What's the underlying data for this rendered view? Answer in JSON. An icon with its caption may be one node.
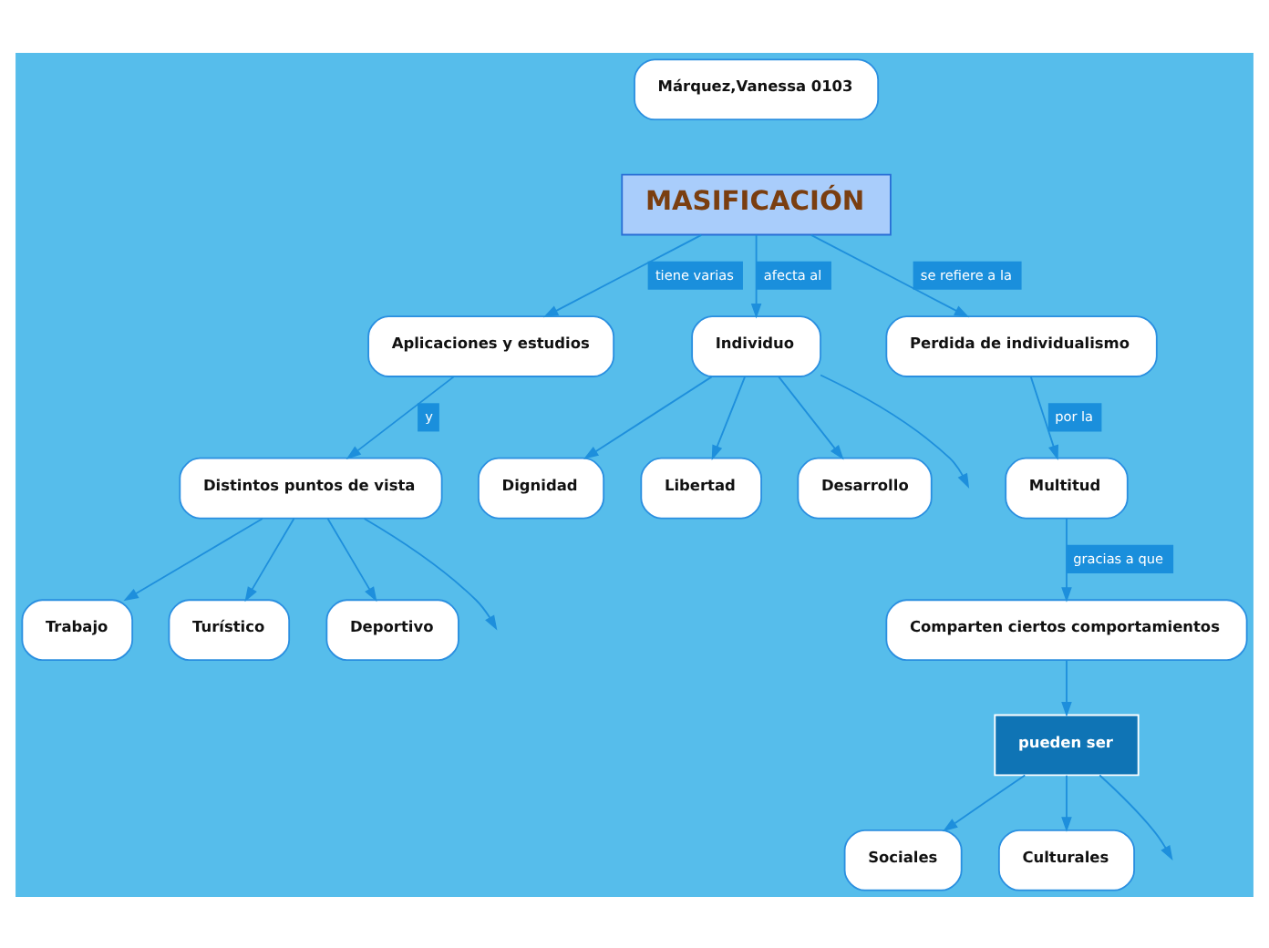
{
  "diagram": {
    "nodes": [
      {
        "text": [
          "Márquez,Vanessa 0103"
        ]
      },
      {
        "text": [
          "MASIFICACIÓN"
        ]
      },
      {
        "text": [
          "Aplicaciones y estudios"
        ]
      },
      {
        "text": [
          "Individuo"
        ]
      },
      {
        "text": [
          "Perdida de individualismo"
        ]
      },
      {
        "text": [
          "Multitud"
        ]
      },
      {
        "text": [
          "Distintos puntos de vista"
        ]
      },
      {
        "text": [
          "Trabajo"
        ]
      },
      {
        "text": [
          "Dignidad"
        ]
      },
      {
        "text": [
          "Comparten ciertos comportamientos"
        ]
      },
      {
        "text": [
          "Libertad"
        ]
      },
      {
        "text": [
          "Turístico"
        ]
      },
      {
        "text": [
          "Desarrollo"
        ]
      },
      {
        "text": [
          "Deportivo"
        ]
      },
      {
        "text": [
          "pueden ser"
        ]
      },
      {
        "text": [
          "Sociales"
        ]
      },
      {
        "text": [
          "Culturales"
        ]
      }
    ],
    "edges": [
      {
        "from": 1,
        "to": 2,
        "arrow": "to",
        "label": "tiene varias"
      },
      {
        "from": 1,
        "to": 3,
        "arrow": "to",
        "label": "afecta al"
      },
      {
        "from": 1,
        "to": 4,
        "arrow": "to",
        "label": "se refiere a la"
      },
      {
        "from": 2,
        "to": 6,
        "arrow": "to",
        "label": "y"
      },
      {
        "from": 3,
        "to": 8,
        "arrow": "to"
      },
      {
        "from": 3,
        "to": 10,
        "arrow": "to"
      },
      {
        "from": 3,
        "to": 12,
        "arrow": "to"
      },
      {
        "from": 3,
        "to": null,
        "arrow": "to"
      },
      {
        "from": 4,
        "to": 5,
        "arrow": "to",
        "label": "por la"
      },
      {
        "from": 5,
        "to": 9,
        "arrow": "to",
        "label": "gracias a que"
      },
      {
        "from": 6,
        "to": 7,
        "arrow": "to"
      },
      {
        "from": 6,
        "to": 11,
        "arrow": "to"
      },
      {
        "from": 6,
        "to": 13,
        "arrow": "to"
      },
      {
        "from": 6,
        "to": null,
        "arrow": "to"
      },
      {
        "from": 9,
        "to": 14,
        "arrow": "to"
      },
      {
        "from": 14,
        "to": 15,
        "arrow": "to"
      },
      {
        "from": 14,
        "to": 16,
        "arrow": "to"
      },
      {
        "from": 14,
        "to": null,
        "arrow": "to"
      }
    ]
  }
}
